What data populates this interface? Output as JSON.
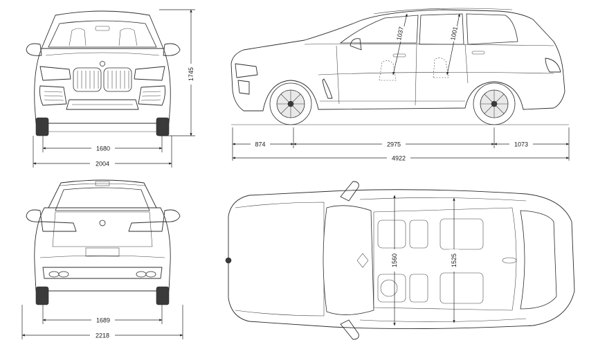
{
  "dimensions": {
    "front_track": "1680",
    "front_width": "2004",
    "height": "1745",
    "front_overhang": "874",
    "wheelbase": "2975",
    "rear_overhang": "1073",
    "length": "4922",
    "front_headroom": "1037",
    "rear_headroom": "1001",
    "rear_track": "1689",
    "width_mirrors": "2218",
    "front_shoulder": "1560",
    "rear_shoulder": "1525"
  }
}
